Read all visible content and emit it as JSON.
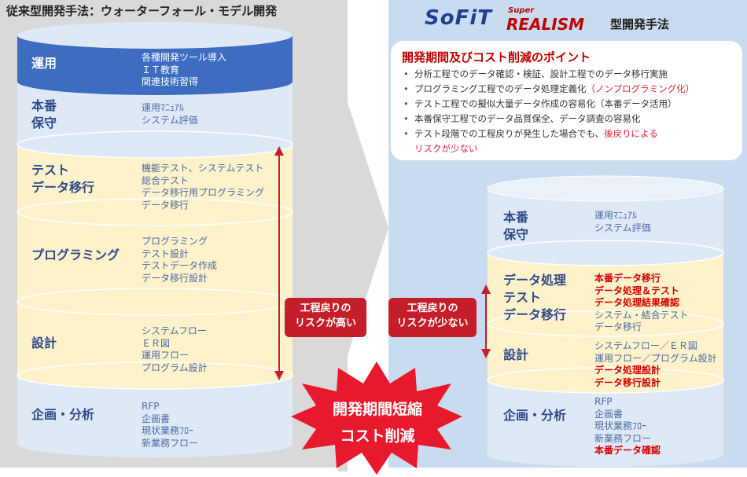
{
  "left": {
    "title": "従来型開発手法：ウォーターフォール・モデル開発",
    "layers": [
      {
        "label": [
          "運用"
        ],
        "items": [
          "各種開発ツール導入",
          "ＩＴ教育",
          "関連技術習得"
        ]
      },
      {
        "label": [
          "本番",
          "保守"
        ],
        "items": [
          "運用ﾏﾆｭｱﾙ",
          "システム評価"
        ]
      },
      {
        "label": [
          "テスト",
          "データ移行"
        ],
        "items": [
          "機能テスト、システムテスト",
          "総合テスト",
          "データ移行用プログラミング",
          "データ移行"
        ]
      },
      {
        "label": [
          "プログラミング"
        ],
        "items": [
          "プログラミング",
          "テスト設計",
          "テストデータ作成",
          "データ移行設計"
        ]
      },
      {
        "label": [
          "設計"
        ],
        "items": [
          "システムフロー",
          "ＥＲ図",
          "運用フロー",
          "プログラム設計"
        ]
      },
      {
        "label": [
          "企画・分析"
        ],
        "items": [
          "RFP",
          "企画書",
          "現状業務ﾌﾛｰ",
          "新業務フロー"
        ]
      }
    ],
    "risk": [
      "工程戻りの",
      "リスクが高い"
    ]
  },
  "right": {
    "logo": {
      "sofit": "SoFiT",
      "super": "Super",
      "realism": "REALISM",
      "suffix": "型開発手法"
    },
    "points_title": "開発期間及びコスト削減のポイント",
    "points": [
      {
        "text": "分析工程でのデータ確認・検証、設計工程でのデータ移行実施",
        "red": ""
      },
      {
        "text": "プログラミング工程でのデータ処理定義化",
        "red": "（ノンプログラミング化）"
      },
      {
        "text": "テスト工程での擬似大量データ作成の容易化（本番データ活用）",
        "red": ""
      },
      {
        "text": "本番保守工程でのデータ品質保全、データ調査の容易化",
        "red": ""
      },
      {
        "text": "テスト段階での工程戻りが発生した場合でも、",
        "red": "後戻りによる"
      }
    ],
    "points_last_line": "リスクが少ない",
    "layers": [
      {
        "label": [
          "本番",
          "保守"
        ],
        "items": [
          {
            "t": "運用ﾏﾆｭｱﾙ",
            "r": false
          },
          {
            "t": "システム評価",
            "r": false
          }
        ]
      },
      {
        "label": [
          "データ処理",
          "テスト",
          "データ移行"
        ],
        "items": [
          {
            "t": "本番データ移行",
            "r": true
          },
          {
            "t": "データ処理＆テスト",
            "r": true
          },
          {
            "t": "データ処理結果確認",
            "r": true
          },
          {
            "t": "システム・結合テスト",
            "r": false
          },
          {
            "t": "データ移行",
            "r": false
          }
        ]
      },
      {
        "label": [
          "設計"
        ],
        "items": [
          {
            "t": "システムフロー／ＥＲ図",
            "r": false
          },
          {
            "t": "運用フロー／プログラム設計",
            "r": false
          },
          {
            "t": "データ処理設計",
            "r": true
          },
          {
            "t": "データ移行設計",
            "r": true
          }
        ]
      },
      {
        "label": [
          "企画・分析"
        ],
        "items": [
          {
            "t": "RFP",
            "r": false
          },
          {
            "t": "企画書",
            "r": false
          },
          {
            "t": "現状業務ﾌﾛｰ",
            "r": false
          },
          {
            "t": "新業務フロー",
            "r": false
          },
          {
            "t": "本番データ確認",
            "r": true
          }
        ]
      }
    ],
    "risk": [
      "工程戻りの",
      "リスクが少ない"
    ]
  },
  "burst": [
    "開発期間短縮",
    "コスト削減"
  ],
  "colors": {
    "navy": "#3d6cc0",
    "cream": "#fef2cb",
    "pale_blue": "#dfe9f6",
    "yellow": "#fddb7f",
    "red": "#c41e2b",
    "title_red": "#c00000"
  }
}
